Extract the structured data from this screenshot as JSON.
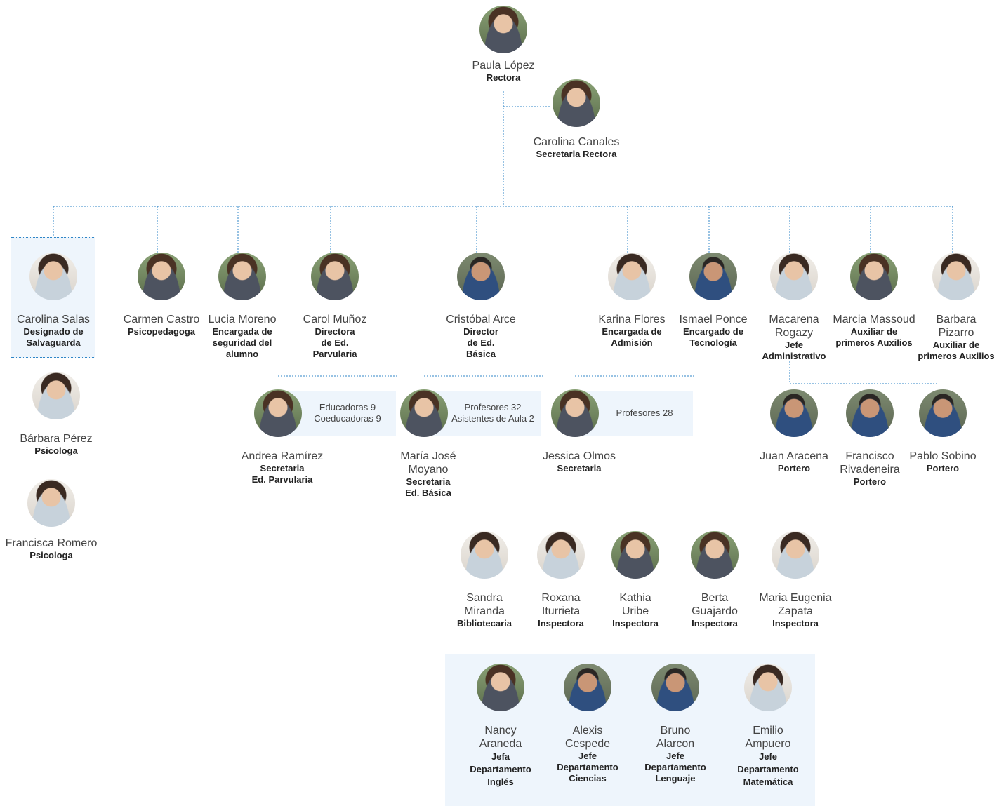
{
  "rectora": {
    "name": "Paula López",
    "role": "Rectora"
  },
  "secretaria_rectora": {
    "name": "Carolina Canales",
    "role": "Secretaria Rectora"
  },
  "level1": [
    {
      "name": "Carolina Salas",
      "role": [
        "Designado de",
        "Salvaguarda"
      ]
    },
    {
      "name": "Carmen Castro",
      "role": [
        "Psicopedagoga"
      ]
    },
    {
      "name": "Lucia Moreno",
      "role": [
        "Encargada de",
        "seguridad del",
        "alumno"
      ]
    },
    {
      "name": "Carol Muñoz",
      "role": [
        "Directora",
        "de Ed.",
        "Parvularia"
      ]
    },
    {
      "name": "Cristóbal Arce",
      "role": [
        "Director",
        "de Ed.",
        "Básica"
      ]
    },
    {
      "name": "Karina Flores",
      "role": [
        "Encargada de",
        "Admisión"
      ]
    },
    {
      "name": "Ismael Ponce",
      "role": [
        "Encargado de",
        "Tecnología"
      ]
    },
    {
      "name": [
        "Macarena",
        "Rogazy"
      ],
      "role": [
        "Jefe",
        "Administrativo"
      ]
    },
    {
      "name": "Marcia Massoud",
      "role": [
        "Auxiliar de",
        "primeros Auxilios"
      ]
    },
    {
      "name": [
        "Barbara",
        "Pizarro"
      ],
      "role": [
        "Auxiliar de",
        "primeros Auxilios"
      ]
    }
  ],
  "psicologas": [
    {
      "name": "Bárbara Pérez",
      "role": "Psicologa"
    },
    {
      "name": "Francisca Romero",
      "role": "Psicologa"
    }
  ],
  "staff_badges": [
    {
      "lines": [
        "Educadoras 9",
        "Coeducadoras 9"
      ]
    },
    {
      "lines": [
        "Profesores 32",
        "Asistentes de Aula 2"
      ]
    },
    {
      "lines": [
        "Profesores 28"
      ]
    }
  ],
  "secretarias": [
    {
      "name": "Andrea Ramírez",
      "role": [
        "Secretaria",
        "Ed. Parvularia"
      ]
    },
    {
      "name": [
        "María José",
        "Moyano"
      ],
      "role": [
        "Secretaria",
        "Ed. Básica"
      ]
    },
    {
      "name": "Jessica Olmos",
      "role": [
        "Secretaria"
      ]
    }
  ],
  "porteros": [
    {
      "name": "Juan Aracena",
      "role": "Portero"
    },
    {
      "name": [
        "Francisco",
        "Rivadeneira"
      ],
      "role": "Portero"
    },
    {
      "name": "Pablo Sobino",
      "role": "Portero"
    }
  ],
  "inspectoria": [
    {
      "name": [
        "Sandra",
        "Miranda"
      ],
      "role": "Bibliotecaria"
    },
    {
      "name": [
        "Roxana",
        "Iturrieta"
      ],
      "role": "Inspectora"
    },
    {
      "name": [
        "Kathia",
        "Uribe"
      ],
      "role": "Inspectora"
    },
    {
      "name": [
        "Berta",
        "Guajardo"
      ],
      "role": "Inspectora"
    },
    {
      "name": [
        "Maria Eugenia",
        "Zapata"
      ],
      "role": "Inspectora"
    }
  ],
  "jefes_departamento": [
    {
      "name": [
        "Nancy",
        "Araneda"
      ],
      "role": [
        "Jefa",
        "Departamento",
        "Inglés"
      ]
    },
    {
      "name": [
        "Alexis",
        "Cespede"
      ],
      "role": [
        "Jefe",
        "Departamento",
        "Ciencias"
      ]
    },
    {
      "name": [
        "Bruno",
        "Alarcon"
      ],
      "role": [
        "Jefe",
        "Departamento",
        "Lenguaje"
      ]
    },
    {
      "name": [
        "Emilio",
        "Ampuero"
      ],
      "role": [
        "Jefe",
        "Departamento",
        "Matemática"
      ]
    }
  ],
  "colors": {
    "connector": "#2f86c7",
    "panel": "#eef5fc",
    "text": "#444444",
    "role_text": "#222222"
  }
}
